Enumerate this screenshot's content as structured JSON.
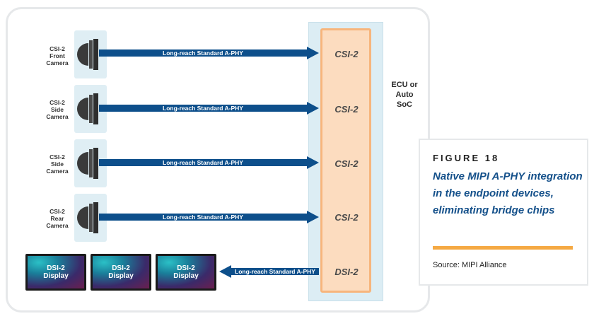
{
  "ecu": {
    "label": "ECU or\nAuto\nSoC"
  },
  "ports": [
    "CSI-2",
    "CSI-2",
    "CSI-2",
    "CSI-2",
    "DSI-2"
  ],
  "cameras": [
    {
      "label": "CSI-2\nFront\nCamera",
      "link": "Long-reach Standard A-PHY"
    },
    {
      "label": "CSI-2\nSide\nCamera",
      "link": "Long-reach Standard A-PHY"
    },
    {
      "label": "CSI-2\nSide\nCamera",
      "link": "Long-reach Standard A-PHY"
    },
    {
      "label": "CSI-2\nRear\nCamera",
      "link": "Long-reach Standard A-PHY"
    }
  ],
  "displays": [
    "DSI-2\nDisplay",
    "DSI-2\nDisplay",
    "DSI-2\nDisplay"
  ],
  "display_link": "Long-reach Standard A-PHY",
  "figure": {
    "number": "FIGURE 18",
    "caption": "Native MIPI A-PHY integration in the endpoint devices, eliminating bridge chips",
    "source": "Source: MIPI Alliance"
  },
  "colors": {
    "arrow": "#0d4f8b",
    "accent": "#f5a943",
    "caption": "#14508a"
  },
  "icons": {
    "camera": "camera-icon",
    "display": "display-icon"
  }
}
